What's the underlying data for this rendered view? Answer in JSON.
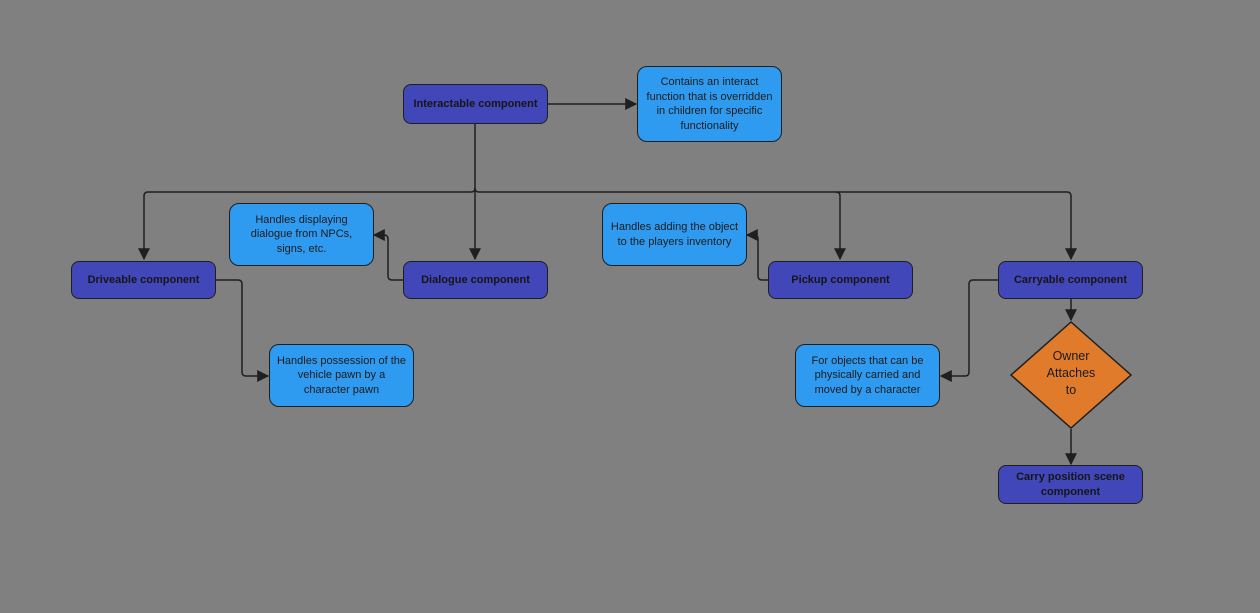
{
  "diagram": {
    "nodes": {
      "interactable": "Interactable component",
      "interact_note": "Contains an interact function that is overridden in children for specific functionality",
      "driveable": "Driveable component",
      "driveable_note": "Handles possession of the vehicle pawn by a character pawn",
      "dialogue": "Dialogue component",
      "dialogue_note": "Handles displaying dialogue from NPCs, signs, etc.",
      "pickup": "Pickup component",
      "pickup_note": "Handles adding the object to the players inventory",
      "carryable": "Carryable component",
      "carryable_note": "For objects that can be physically carried and moved by a character",
      "decision_lines": [
        "Owner",
        "Attaches",
        "to"
      ],
      "carry_position": "Carry position scene component"
    },
    "colors": {
      "background": "#808080",
      "component_fill": "#4147b8",
      "note_fill": "#2e9bf0",
      "decision_fill": "#e07b2c",
      "stroke": "#1f1f1f"
    }
  }
}
